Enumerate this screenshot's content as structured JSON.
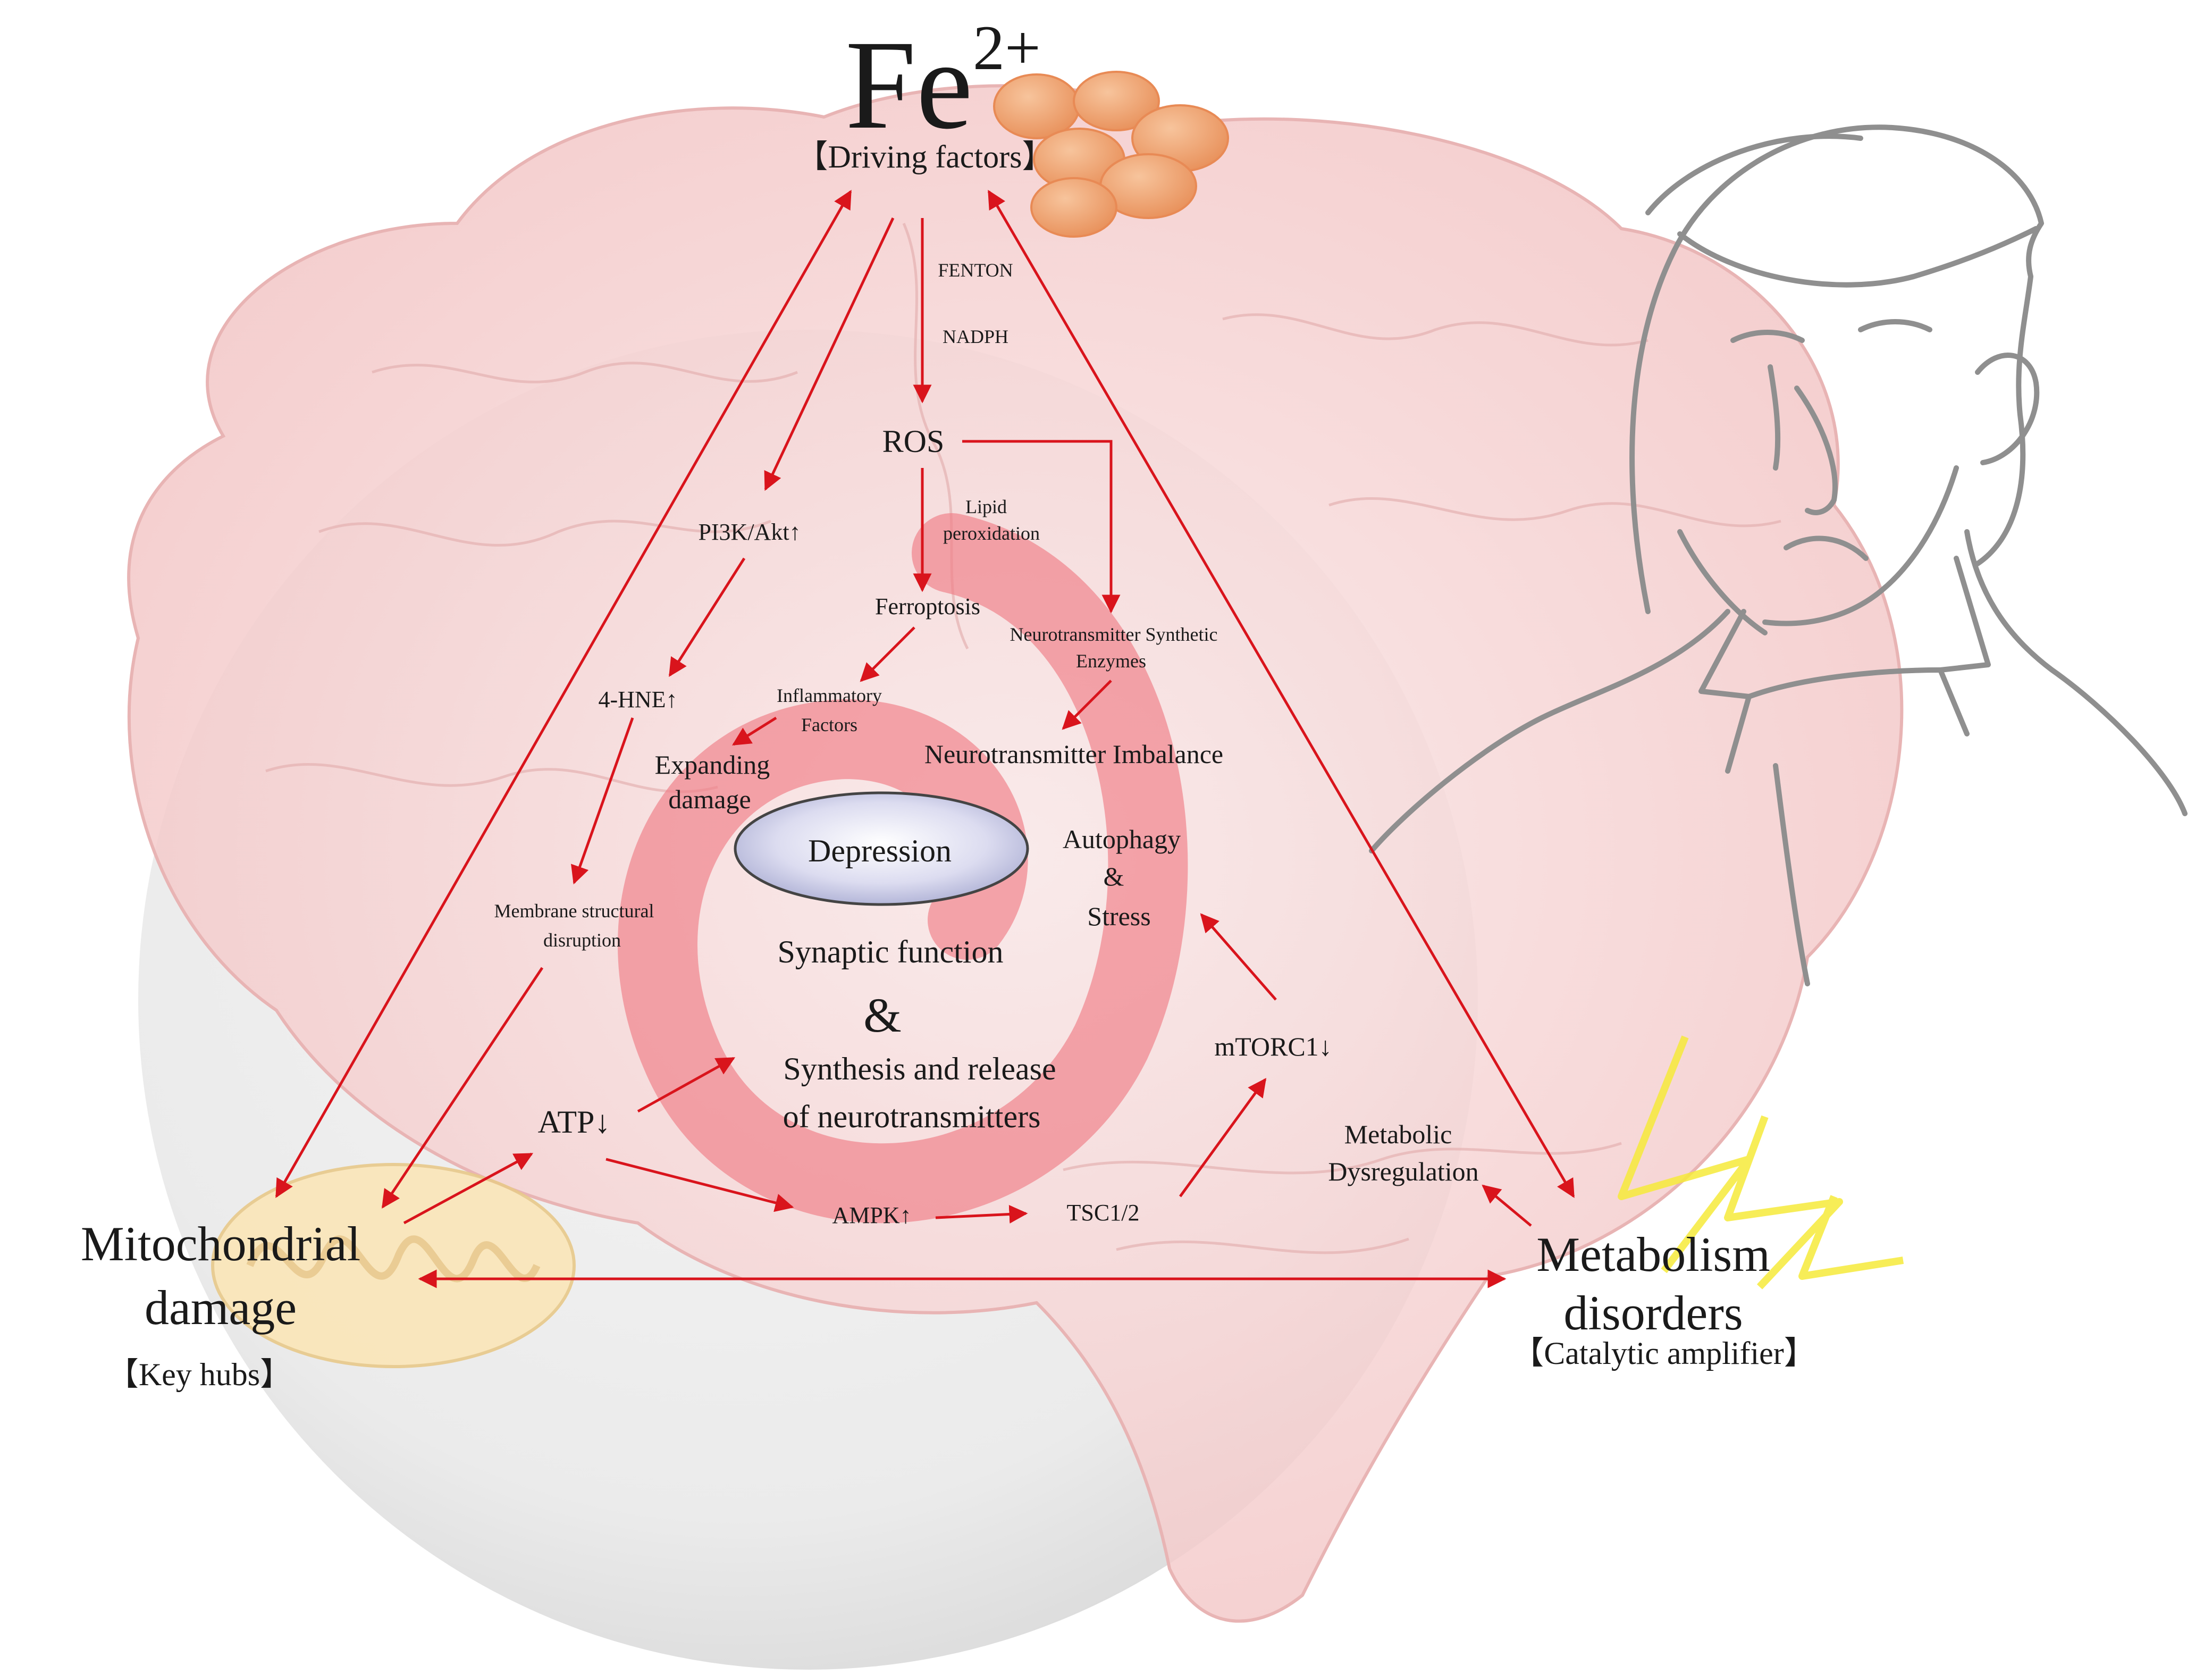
{
  "colors": {
    "arrow": "#d9141c",
    "spiral": "#ef7d85",
    "brain": "#f6d3d3",
    "sphere": "#e6e6e6",
    "iron_cells": "#f0a06a",
    "mitochondrion": "#fbe6b8",
    "lightning": "#f6ea3a",
    "person_line": "#8f8f8f",
    "ellipse": "#c9cbe8"
  },
  "icons": [
    "brain-illustration",
    "iron-particles-icon",
    "mitochondrion-icon",
    "lightning-icon",
    "sad-man-illustration"
  ],
  "nodes": {
    "fe": {
      "base": "Fe",
      "sup": "2+",
      "role": "【Driving factors】"
    },
    "mito": {
      "line1": "Mitochondrial",
      "line2": "damage",
      "role": "【Key hubs】"
    },
    "metab": {
      "line1": "Metabolism",
      "line2": "disorders",
      "role": "【Catalytic amplifier】"
    }
  },
  "labels": {
    "fenton": "FENTON",
    "nadph": "NADPH",
    "ros": "ROS",
    "lipid1": "Lipid",
    "lipid2": "peroxidation",
    "pi3k": "PI3K/Akt↑",
    "ferroptosis": "Ferroptosis",
    "nse1": "Neurotransmitter Synthetic",
    "nse2": "Enzymes",
    "hne": "4-HNE↑",
    "infl1": "Inflammatory",
    "infl2": "Factors",
    "expand1": "Expanding",
    "expand2": "damage",
    "nt_imbalance": "Neurotransmitter Imbalance",
    "depression": "Depression",
    "autophagy1": "Autophagy",
    "autophagy2": "&",
    "autophagy3": "Stress",
    "membrane1": "Membrane structural",
    "membrane2": "disruption",
    "synaptic": "Synaptic function",
    "amp": "&",
    "synth1": "Synthesis and release",
    "synth2": "of neurotransmitters",
    "mtorc": "mTORC1↓",
    "atp": "ATP↓",
    "metdys1": "Metabolic",
    "metdys2": "Dysregulation",
    "ampk": "AMPK↑",
    "tsc": "TSC1/2"
  }
}
